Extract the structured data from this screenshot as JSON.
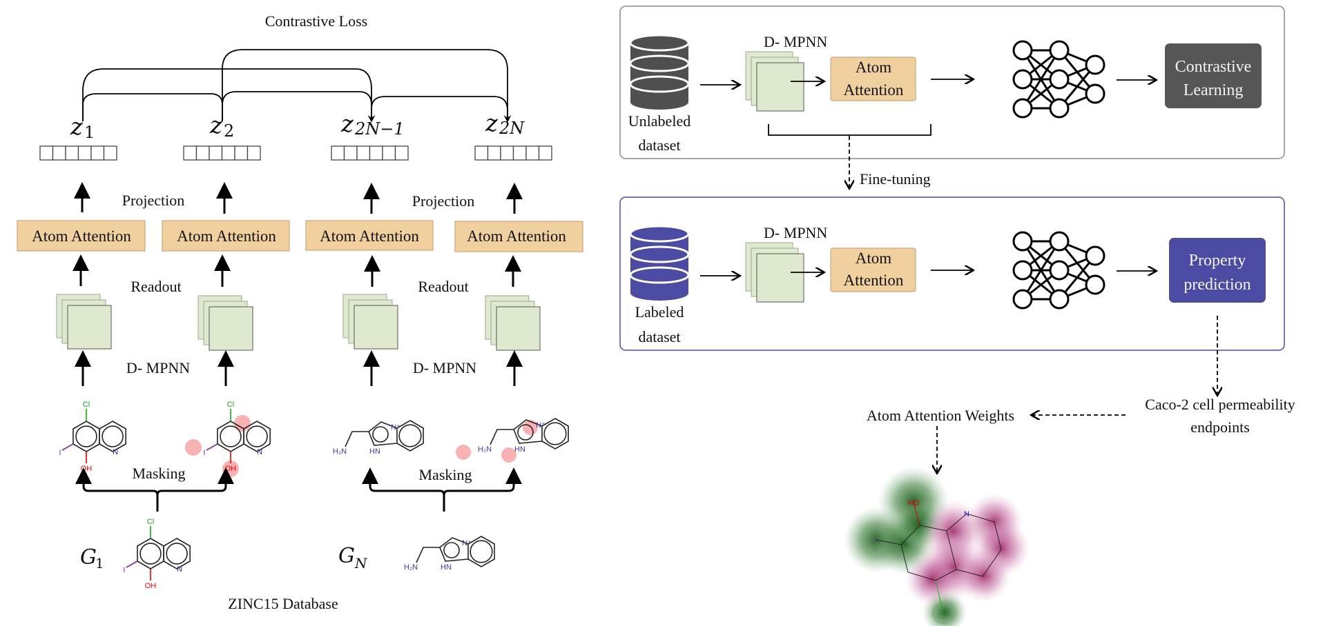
{
  "left_panel": {
    "title": "Contrastive Loss",
    "embeddings": [
      {
        "base": "z",
        "sub": "1"
      },
      {
        "base": "z",
        "sub": "2"
      },
      {
        "base": "z",
        "sub": "2N−1"
      },
      {
        "base": "z",
        "sub": "2N"
      }
    ],
    "projection_label": "Projection",
    "atom_attention_label": "Atom Attention",
    "readout_label": "Readout",
    "dmpnn_label": "D- MPNN",
    "masking_label": "Masking",
    "graph_labels": [
      {
        "base": "G",
        "sub": "1"
      },
      {
        "base": "G",
        "sub": "N"
      }
    ],
    "database_label": "ZINC15 Database",
    "molecule_atoms": {
      "cl": "Cl",
      "i": "I",
      "oh": "OH",
      "n": "N",
      "h2n": "H₂N",
      "hn": "HN",
      "n_plus": "N⁺"
    }
  },
  "pretrain_panel": {
    "dataset_label_line1": "Unlabeled",
    "dataset_label_line2": "dataset",
    "dmpnn_label": "D- MPNN",
    "atom_attention_line1": "Atom",
    "atom_attention_line2": "Attention",
    "output_line1": "Contrastive",
    "output_line2": "Learning",
    "db_color": "#4f4f4f",
    "output_color": "#565656"
  },
  "finetune_label": "Fine-tuning",
  "finetune_panel": {
    "dataset_label_line1": "Labeled",
    "dataset_label_line2": "dataset",
    "dmpnn_label": "D- MPNN",
    "atom_attention_line1": "Atom",
    "atom_attention_line2": "Attention",
    "output_line1": "Property",
    "output_line2": "prediction",
    "db_color": "#4b4ba3",
    "output_color": "#4b4ba3"
  },
  "endpoint_label_line1": "Caco-2 cell permeability",
  "endpoint_label_line2": "endpoints",
  "attention_weights_label": "Atom Attention Weights",
  "heatmap_atoms": {
    "ho": "HO",
    "n": "N",
    "cl": "Cl",
    "i": "I"
  },
  "colors": {
    "atom_attention_fill": "#f0d09e",
    "layer_fill": "#dfe9cf",
    "mask_highlight": "#f4a0a0",
    "positive_attention": "#2e6b2e",
    "negative_attention": "#a0206e"
  }
}
